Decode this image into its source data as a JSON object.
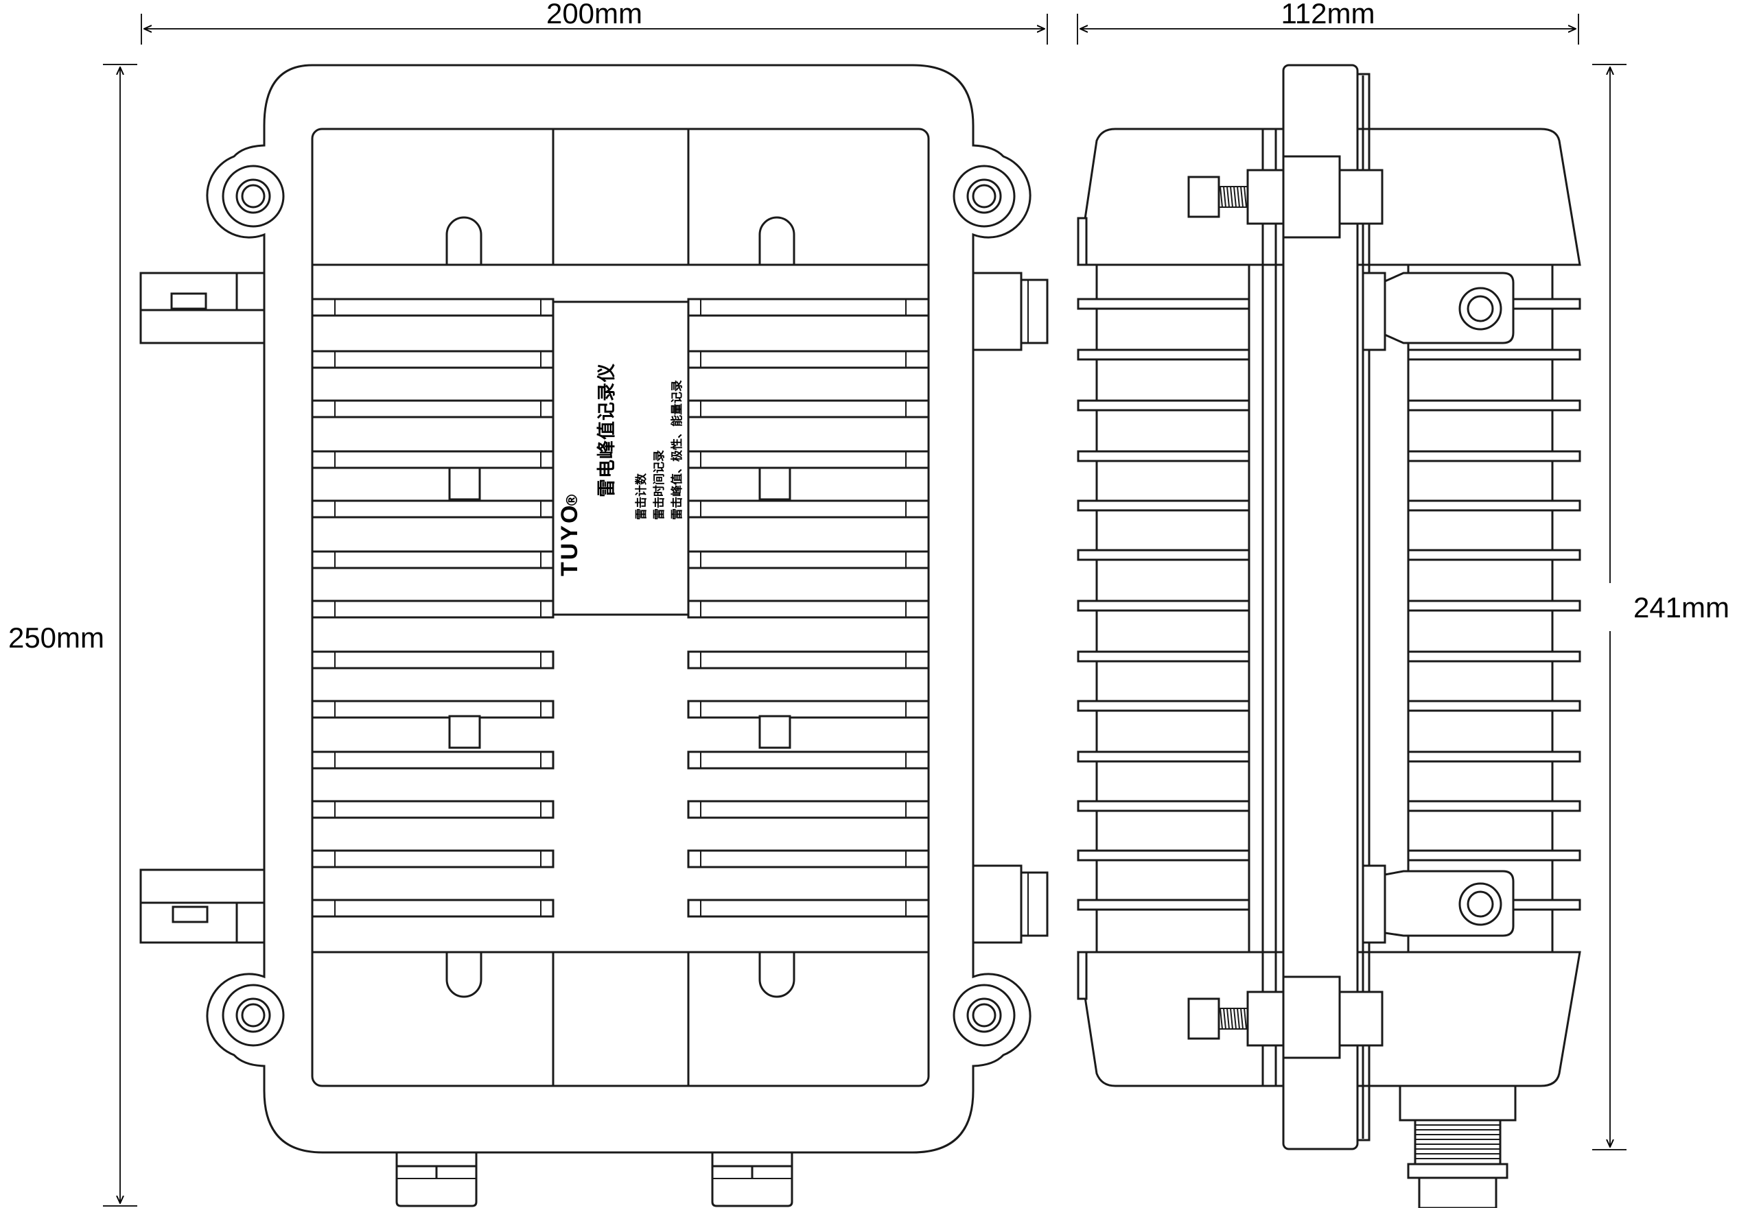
{
  "dimensions": {
    "front_width": "200mm",
    "front_height": "250mm",
    "side_width": "112mm",
    "side_height": "241mm"
  },
  "label": {
    "brand": "TUYO",
    "registered": "®",
    "title": "雷电峰值记录仪",
    "features": [
      "雷击计数",
      "雷击时间记录",
      "雷击峰值、极性、能量记录"
    ]
  },
  "colors": {
    "line": "#1a1a1a",
    "background": "#ffffff"
  }
}
